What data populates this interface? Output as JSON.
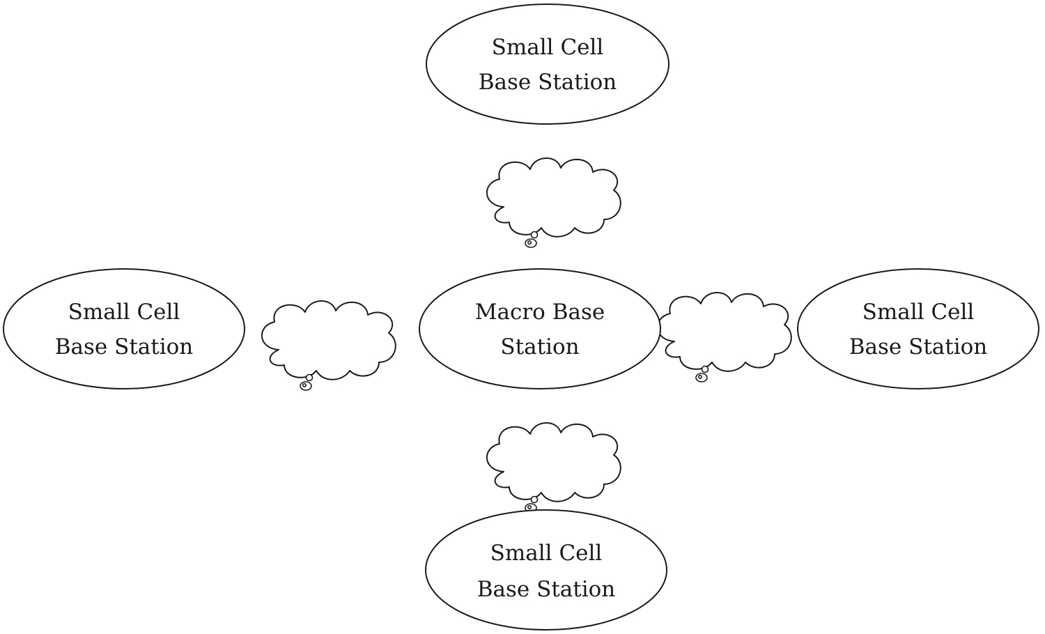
{
  "diagram": {
    "nodes": {
      "top": {
        "line1": "Small Cell",
        "line2": "Base Station"
      },
      "left": {
        "line1": "Small Cell",
        "line2": "Base Station"
      },
      "center": {
        "line1": "Macro Base",
        "line2": "Station"
      },
      "right": {
        "line1": "Small Cell",
        "line2": "Base Station"
      },
      "bottom": {
        "line1": "Small Cell",
        "line2": "Base Station"
      }
    },
    "links": [
      {
        "from": "center",
        "to": "top",
        "shape": "thought-cloud"
      },
      {
        "from": "center",
        "to": "left",
        "shape": "thought-cloud"
      },
      {
        "from": "center",
        "to": "right",
        "shape": "thought-cloud"
      },
      {
        "from": "center",
        "to": "bottom",
        "shape": "thought-cloud"
      }
    ],
    "colors": {
      "stroke": "#1a1a1a",
      "fill": "#ffffff",
      "background": "#ffffff"
    }
  }
}
